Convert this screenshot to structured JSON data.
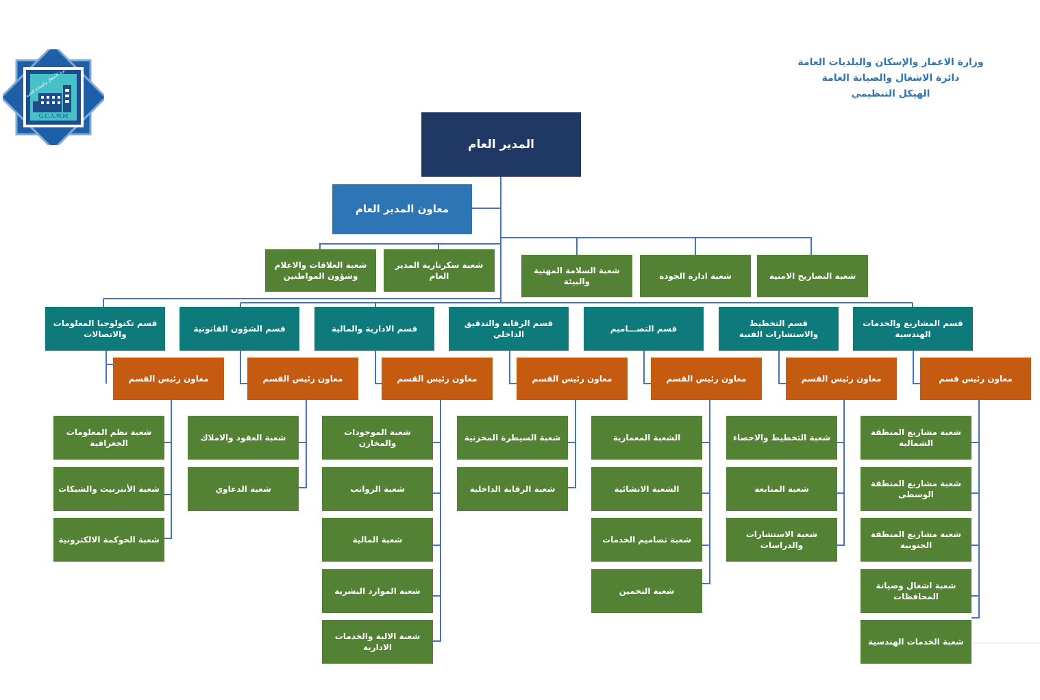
{
  "header": {
    "line1": "وزارة الاعمار والإسكان والبلديات العامة",
    "line2": "دائرة الاشغال والصيانة العامة",
    "line3": "الهيكل التنظيمي"
  },
  "logo": {
    "text": "G.C.A.W.M",
    "arc_text": "دائرة الأشغال والصيانة العامة",
    "icon": "building-icon"
  },
  "colors": {
    "director": "#1f3864",
    "deputy": "#2e75b6",
    "branch": "#548235",
    "section": "#0e7a7b",
    "assistant": "#c55a11",
    "connector": "#4472c4"
  },
  "director": "المدير العام",
  "deputy": "معاون المدير العام",
  "deputy_branches": [
    "شعبة العلاقات والاعلام وشؤون المواطنين",
    "شعبة سكرتارية المدير العام"
  ],
  "director_branches": [
    "شعبة السلامة المهنية والبيئة",
    "شعبة ادارة الجودة",
    "شعبة التصاريح الامنية"
  ],
  "sections": [
    {
      "name": "قسم تكنولوجيا المعلومات والاتصالات",
      "assistant": "معاون رئيس القسم",
      "branches": [
        "شعبة نظم المعلومات الجغرافية",
        "شعبة الأنترنيت والشبكات",
        "شعبة الحوكمة الالكترونية"
      ]
    },
    {
      "name": "قسم الشؤون القانونية",
      "assistant": "معاون رئيس القسم",
      "branches": [
        "شعبة العقود والاملاك",
        "شعبة الدعاوي"
      ]
    },
    {
      "name": "قسم الادارية والمالية",
      "assistant": "معاون رئيس القسم",
      "branches": [
        "شعبة الموجودات والمخازن",
        "شعبة الرواتب",
        "شعبة المالية",
        "شعبة الموارد البشرية",
        "شعبة الالية والخدمات الادارية"
      ]
    },
    {
      "name": "قسم الرقابة والتدقيق الداخلي",
      "assistant": "معاون رئيس القسم",
      "branches": [
        "شعبة السيطرة المخزنية",
        "شعبة الرقابة الداخلية"
      ]
    },
    {
      "name": "قسم التصـــاميم",
      "assistant": "معاون رئيس القسم",
      "branches": [
        "الشعبة المعمارية",
        "الشعبة الانشائية",
        "شعبة تصاميم الخدمات",
        "شعبة التخمين"
      ]
    },
    {
      "name": "قسم التخطيط والاستشارات الفنية",
      "assistant": "معاون رئيس القسم",
      "branches": [
        "شعبة التخطيط والاحصاء",
        "شعبة المتابعة",
        "شعبة الاستشارات والدراسات"
      ]
    },
    {
      "name": "قسم المشاريع والخدمات الهندسية",
      "assistant": "معاون رئيس قسم",
      "branches": [
        "شعبة مشاريع المنطقة الشمالية",
        "شعبة مشاريع المنطقة الوسطى",
        "شعبة مشاريع المنطقة الجنوبية",
        "شعبة اشغال وصيانة المحافظات",
        "شعبة الخدمات الهندسية"
      ]
    }
  ]
}
